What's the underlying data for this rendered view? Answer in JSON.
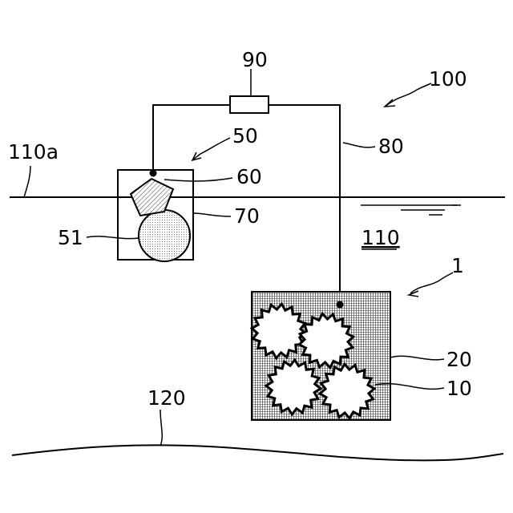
{
  "labels": {
    "device": "100",
    "junction": "90",
    "unit": "50",
    "pentagon": "60",
    "cable": "80",
    "surface": "110a",
    "box": "70",
    "sphere": "51",
    "water": "110",
    "assembly": "1",
    "container": "20",
    "gears": "10",
    "bottom": "120"
  }
}
